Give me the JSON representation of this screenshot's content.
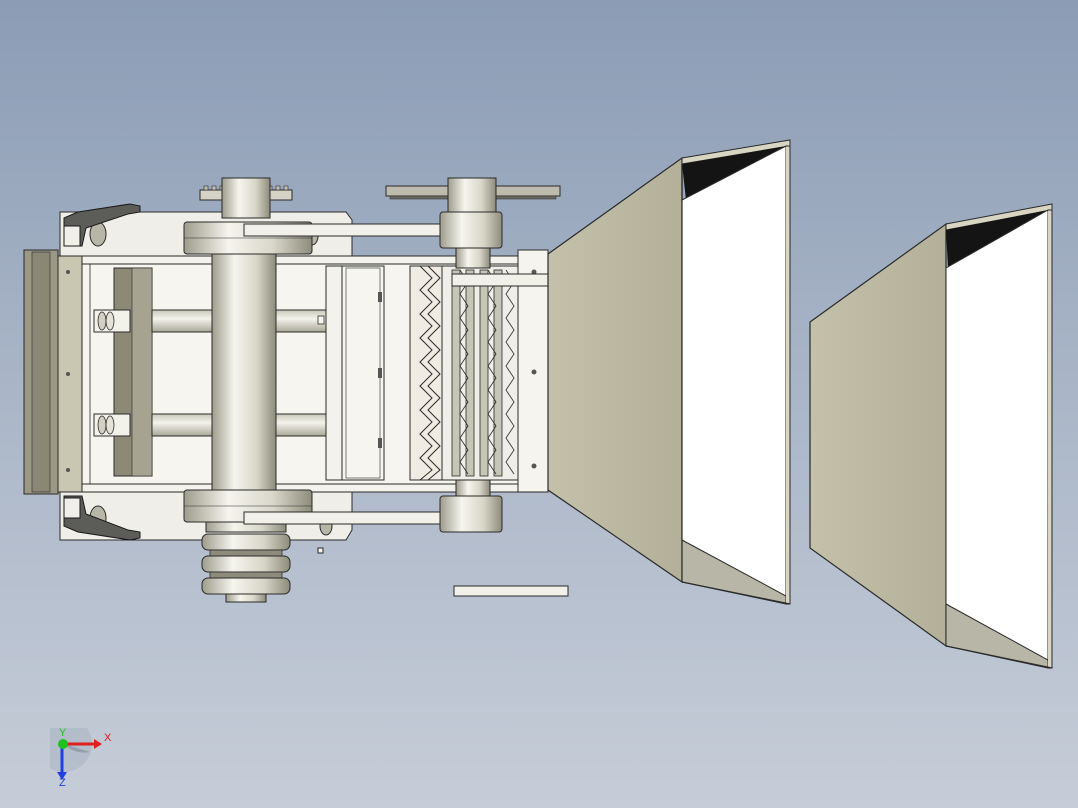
{
  "viewport": {
    "background_top": "#8b9cb5",
    "background_bottom": "#c6cdd8"
  },
  "model": {
    "metal_color": "#ecebe4",
    "shadow_color": "#b4b2a4",
    "hopper_side_color": "#bcb9a3",
    "edge_color": "#2a2a2a"
  },
  "triad": {
    "x_label": "X",
    "y_label": "Y",
    "z_label": "Z",
    "x_color": "#e02020",
    "y_color": "#20c020",
    "z_color": "#2040e0"
  }
}
